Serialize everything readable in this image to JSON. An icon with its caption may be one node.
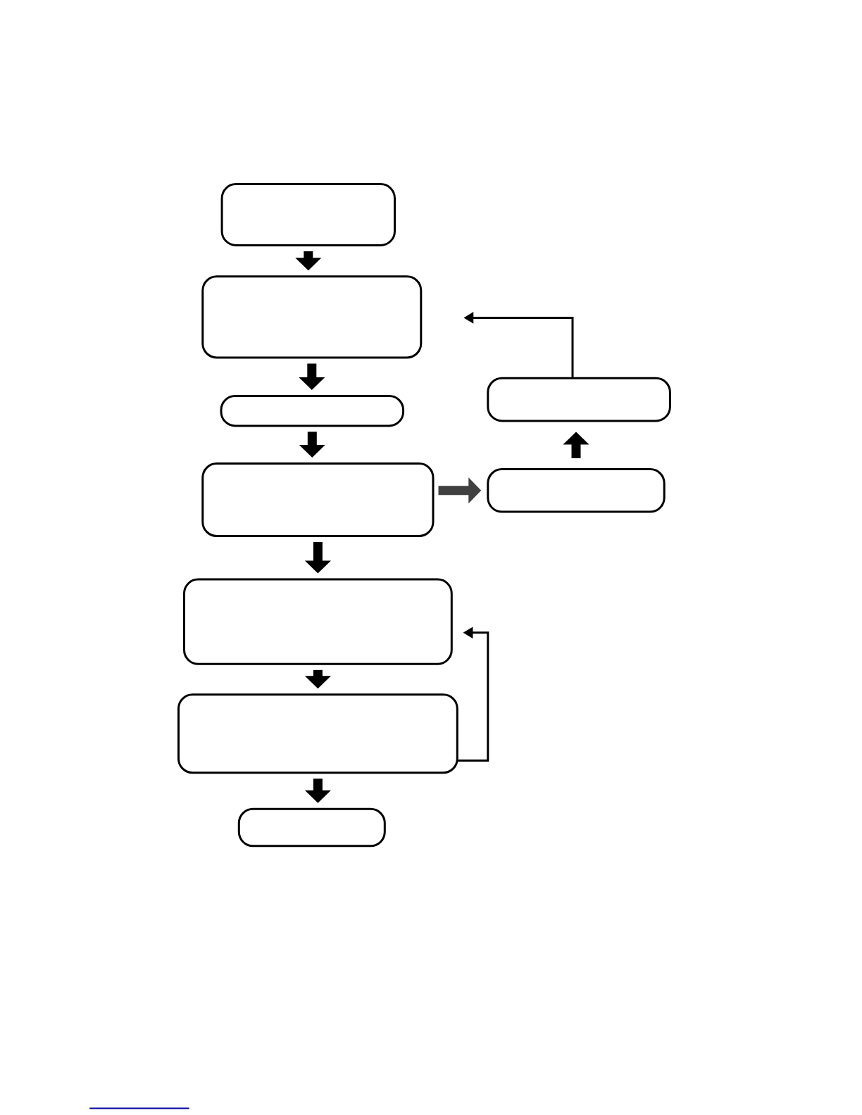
{
  "diagram": {
    "nodes": [
      {
        "text": [],
        "shape": "box"
      },
      {
        "text": [],
        "shape": "box"
      },
      {
        "text": [],
        "shape": "box"
      },
      {
        "text": [],
        "shape": "box"
      },
      {
        "text": [],
        "shape": "box"
      },
      {
        "text": [],
        "shape": "box"
      },
      {
        "text": [],
        "shape": "box"
      },
      {
        "text": [],
        "shape": "box"
      },
      {
        "text": [],
        "shape": "box"
      }
    ],
    "edges": [
      {
        "from": 0,
        "to": 1,
        "arrow": "to"
      },
      {
        "from": 1,
        "to": 2,
        "arrow": "to"
      },
      {
        "from": 2,
        "to": 3,
        "arrow": "to"
      },
      {
        "from": 3,
        "to": 4,
        "arrow": "to"
      },
      {
        "from": 4,
        "to": 5,
        "arrow": "to"
      },
      {
        "from": 5,
        "to": 6,
        "arrow": "to"
      },
      {
        "from": 3,
        "to": 7,
        "arrow": "to",
        "color": "#404040"
      },
      {
        "from": 7,
        "to": 8,
        "arrow": "to"
      },
      {
        "from": 8,
        "to": 1,
        "arrow": "to"
      },
      {
        "from": 5,
        "to": 4,
        "arrow": "to"
      }
    ]
  }
}
